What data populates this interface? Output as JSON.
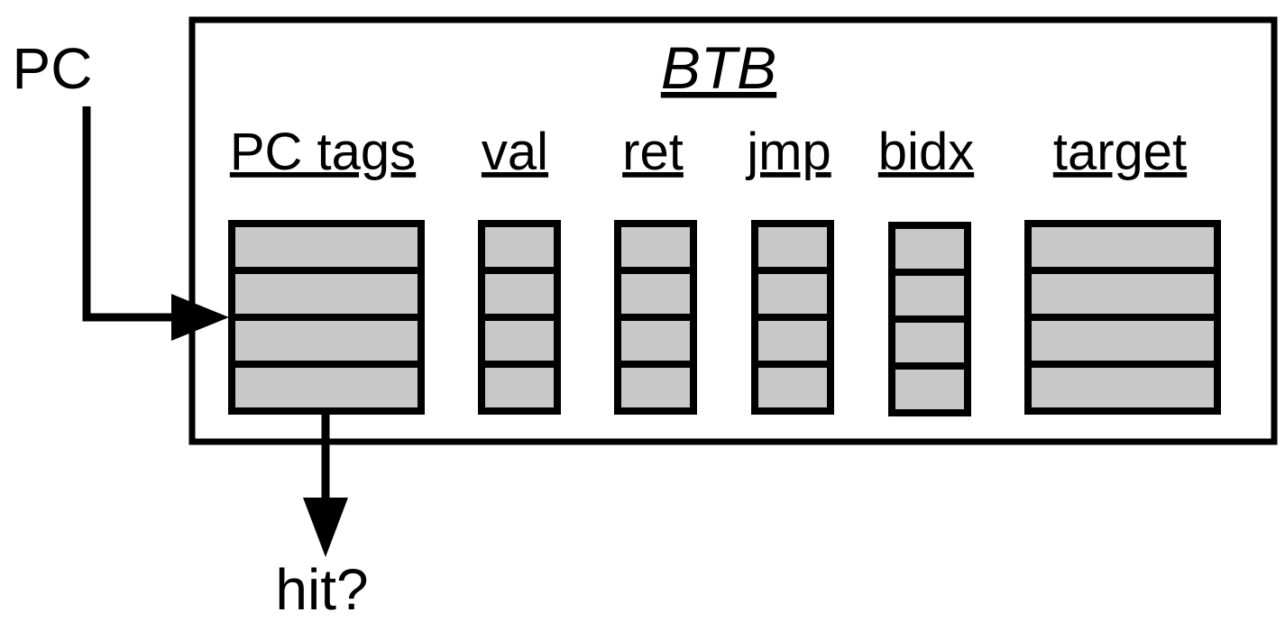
{
  "inputs": {
    "pc": "PC"
  },
  "outputs": {
    "hit": "hit?"
  },
  "btb": {
    "title": "BTB",
    "columns": [
      {
        "key": "pc_tags",
        "label": "PC tags",
        "rows": 4
      },
      {
        "key": "val",
        "label": "val",
        "rows": 4
      },
      {
        "key": "ret",
        "label": "ret",
        "rows": 4
      },
      {
        "key": "jmp",
        "label": "jmp",
        "rows": 4
      },
      {
        "key": "bidx",
        "label": "bidx",
        "rows": 4
      },
      {
        "key": "target",
        "label": "target",
        "rows": 4
      }
    ]
  },
  "colors": {
    "cell_fill": "#c8c8c8",
    "line": "#000000"
  }
}
